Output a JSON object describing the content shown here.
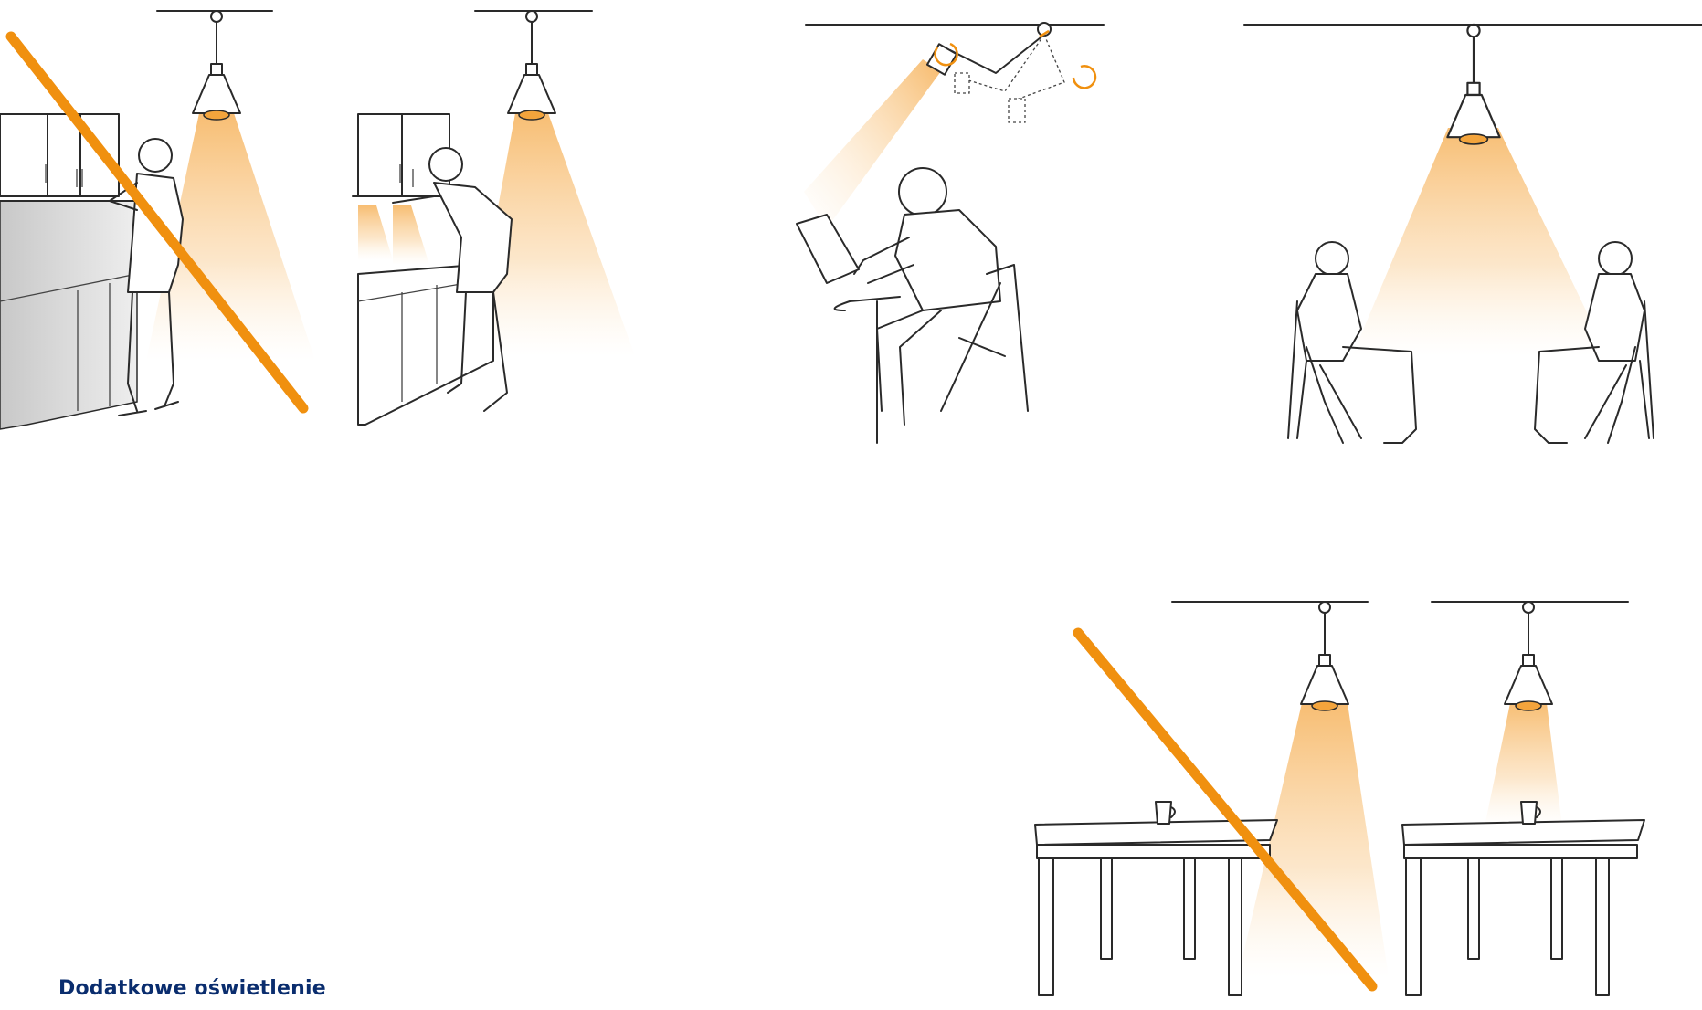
{
  "heading": "Dodatkowe oświetlenie",
  "colors": {
    "accent_orange": "#f0900f",
    "light_cone": "#f6b25a",
    "heading_blue": "#0a2d6e",
    "line": "#2a2a2a"
  },
  "illustrations": [
    {
      "id": "kitchen-overhead-wrong",
      "crossed_out": true
    },
    {
      "id": "kitchen-undercabinet-correct",
      "crossed_out": false
    },
    {
      "id": "reading-adjustable-lamp",
      "crossed_out": false
    },
    {
      "id": "two-people-seated-pendant",
      "crossed_out": false
    },
    {
      "id": "table-pendant-offcenter-wrong",
      "crossed_out": true
    },
    {
      "id": "table-pendant-centered-correct",
      "crossed_out": false
    }
  ]
}
